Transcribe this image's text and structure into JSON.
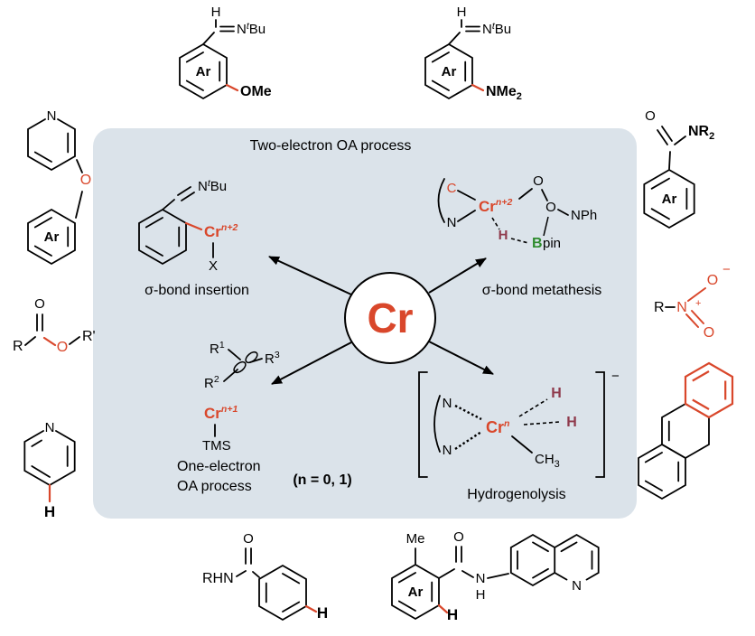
{
  "colors": {
    "panel_bg": "#dbe3ea",
    "accent": "#d9472b",
    "maroon": "#8f3a4c",
    "green": "#2e8b2e"
  },
  "center": {
    "symbol": "Cr"
  },
  "panel": {
    "top_label": "Two-electron OA process",
    "n_note": "(n = 0, 1)",
    "insertion": {
      "label": "σ-bond insertion",
      "n": "N",
      "t": "t",
      "bu": "Bu",
      "cr": "Cr",
      "cr_sup": "n+2",
      "x": "X"
    },
    "metathesis": {
      "label": "σ-bond metathesis",
      "c": "C",
      "n": "N",
      "cr": "Cr",
      "cr_sup": "n+2",
      "o1": "O",
      "o2": "O",
      "nph": "NPh",
      "h": "H",
      "b": "B",
      "pin": "pin"
    },
    "one_electron": {
      "label1": "One-electron",
      "label2": "OA process",
      "r": "R",
      "r1": "1",
      "r2": "2",
      "r3": "3",
      "cr": "Cr",
      "cr_sup": "n+1",
      "tms": "TMS"
    },
    "hydrogenolysis": {
      "label": "Hydrogenolysis",
      "n1": "N",
      "n2": "N",
      "cr": "Cr",
      "cr_sup": "n",
      "h1": "H",
      "h2": "H",
      "ch": "CH",
      "ch_sub": "3",
      "charge": "−"
    }
  },
  "molecules": {
    "imine_ome": {
      "h": "H",
      "n": "N",
      "t": "t",
      "bu": "Bu",
      "ar": "Ar",
      "group": "OMe"
    },
    "imine_nme2": {
      "h": "H",
      "n": "N",
      "t": "t",
      "bu": "Bu",
      "ar": "Ar",
      "group": "NMe",
      "group_sub": "2"
    },
    "pyridyl_ether": {
      "n": "N",
      "o": "O",
      "ar": "Ar"
    },
    "ester": {
      "r": "R",
      "o_carbonyl": "O",
      "o_ester": "O",
      "r_prime": "R'"
    },
    "pyridine": {
      "n": "N",
      "h": "H"
    },
    "aryl_amide": {
      "o": "O",
      "nr": "NR",
      "nr_sub": "2",
      "ar": "Ar"
    },
    "nitro": {
      "r": "R",
      "n": "N",
      "plus": "+",
      "o_top": "O",
      "minus": "−",
      "o_bottom": "O"
    },
    "amide_ch": {
      "rhn": "RHN",
      "o": "O",
      "h": "H"
    },
    "quinoline_amide": {
      "me": "Me",
      "ar": "Ar",
      "o": "O",
      "n": "N",
      "nh": "H",
      "h": "H",
      "quin_n": "N"
    }
  }
}
